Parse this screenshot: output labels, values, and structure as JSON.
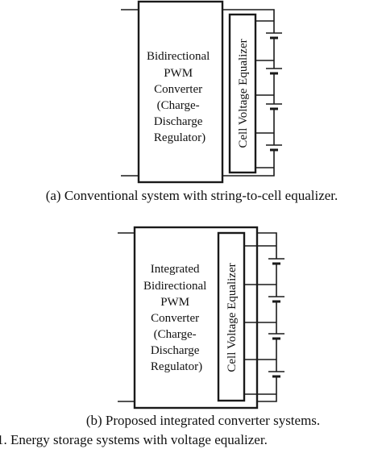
{
  "diagram_a": {
    "converter_lines": [
      "Bidirectional",
      "PWM",
      "Converter",
      "(Charge-",
      "Discharge",
      "Regulator)"
    ],
    "equalizer_label": "Cell Voltage Equalizer",
    "caption": "(a) Conventional system with string-to-cell equalizer."
  },
  "diagram_b": {
    "converter_lines": [
      "Integrated",
      "Bidirectional",
      "PWM",
      "Converter",
      "(Charge-",
      "Discharge",
      "Regulator)"
    ],
    "equalizer_label": "Cell Voltage Equalizer",
    "caption": "(b) Proposed integrated converter systems."
  },
  "figure_caption": "1.   Energy storage systems with voltage equalizer.",
  "colors": {
    "line": "#1a1a1a",
    "background": "#ffffff"
  }
}
